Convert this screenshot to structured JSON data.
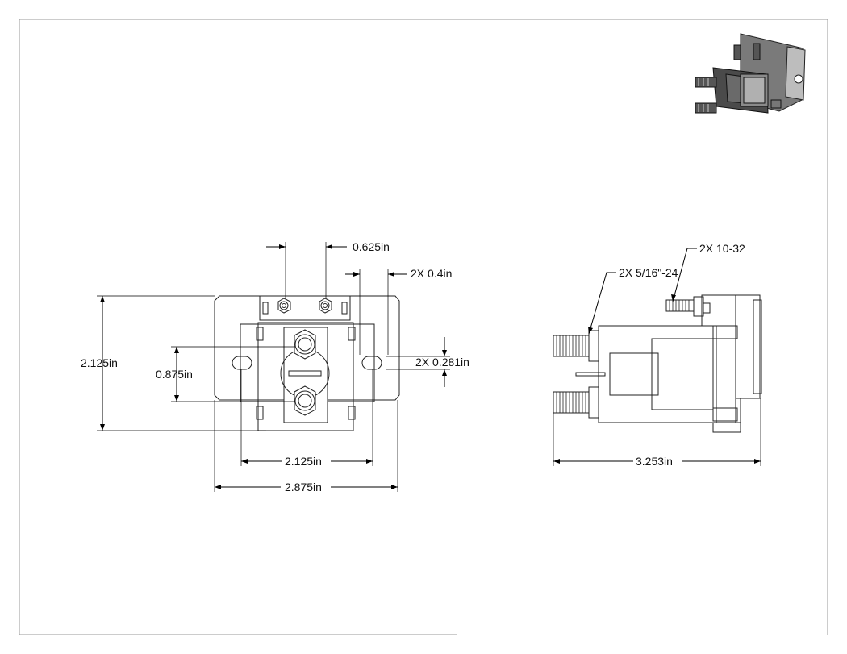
{
  "drawing": {
    "front_view": {
      "stud_spacing": "0.625in",
      "edge_offset": "2X 0.4in",
      "overall_height": "2.125in",
      "terminal_spacing": "0.875in",
      "hole_diameter": "2X 0.281in",
      "hole_spacing": "2.125in",
      "overall_width": "2.875in"
    },
    "side_view": {
      "small_stud_thread": "2X 10-32",
      "large_stud_thread": "2X 5/16\"-24",
      "overall_length": "3.253in"
    }
  },
  "colors": {
    "line": "#000000",
    "background": "#ffffff",
    "iso_dark": "#3a3a3a",
    "iso_light": "#9a9a9a"
  }
}
